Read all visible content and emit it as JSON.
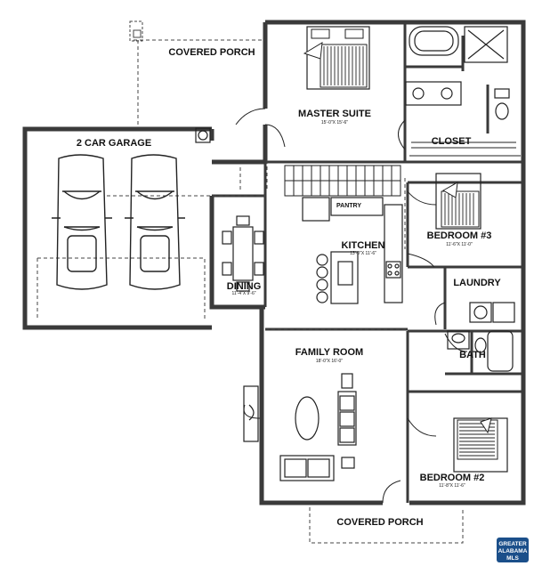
{
  "rooms": {
    "covered_porch_top": {
      "label": "COVERED PORCH"
    },
    "master_suite": {
      "label": "MASTER SUITE",
      "dims": "15'-0\"X 15'-6\""
    },
    "closet": {
      "label": "CLOSET"
    },
    "garage": {
      "label": "2 CAR GARAGE"
    },
    "pantry": {
      "label": "PANTRY"
    },
    "kitchen": {
      "label": "KITCHEN",
      "dims": "13'-0\"X 11'-6\""
    },
    "bedroom3": {
      "label": "BEDROOM #3",
      "dims": "11'-6\"X 11'-0\""
    },
    "dining": {
      "label": "DINING",
      "dims": "11'-4\"X 9'-6\""
    },
    "laundry": {
      "label": "LAUNDRY"
    },
    "family_room": {
      "label": "FAMILY ROOM",
      "dims": "18'-0\"X 16'-0\""
    },
    "bath": {
      "label": "BATH"
    },
    "bedroom2": {
      "label": "BEDROOM #2",
      "dims": "11'-8\"X 11'-6\""
    },
    "covered_porch_bottom": {
      "label": "COVERED PORCH"
    }
  },
  "watermark": {
    "line1": "GREATER",
    "line2": "ALABAMA",
    "line3": "MLS"
  },
  "colors": {
    "wall": "#3a3a3a",
    "line": "#222222",
    "fill_dark": "#555555",
    "badge": "#1b4f8a"
  }
}
